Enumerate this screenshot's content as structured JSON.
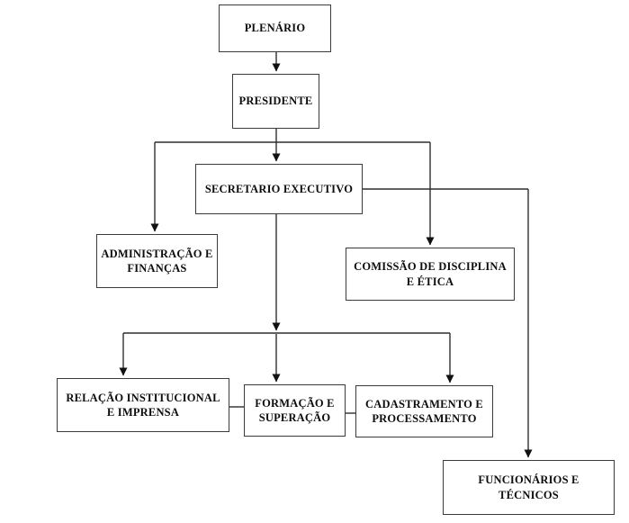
{
  "diagram": {
    "type": "org-chart",
    "background_color": "#ffffff",
    "box_border_color": "#3b3b3b",
    "line_color": "#2f2f2f",
    "text_color": "#0d0d0d",
    "nodes": [
      {
        "id": "plenario",
        "label": "PLENÁRIO"
      },
      {
        "id": "presidente",
        "label": "PRESIDENTE"
      },
      {
        "id": "secretario-executivo",
        "label": "SECRETARIO EXECUTIVO"
      },
      {
        "id": "administracao-financas",
        "label": "ADMINISTRAÇÃO E\nFINANÇAS"
      },
      {
        "id": "comissao-disciplina-etica",
        "label": "COMISSÃO DE DISCIPLINA\nE ÉTICA"
      },
      {
        "id": "relacao-institucional-imprensa",
        "label": "RELAÇÃO INSTITUCIONAL\nE IMPRENSA"
      },
      {
        "id": "formacao-superacao",
        "label": "FORMAÇÃO E\nSUPERAÇÃO"
      },
      {
        "id": "cadastramento-processamento",
        "label": "CADASTRAMENTO E\nPROCESSAMENTO"
      },
      {
        "id": "funcionarios-tecnicos",
        "label": "FUNCIONÁRIOS E\nTÉCNICOS"
      }
    ],
    "edges": [
      {
        "from": "plenario",
        "to": "presidente",
        "arrow": true
      },
      {
        "from": "presidente",
        "to": "secretario-executivo",
        "arrow": true
      },
      {
        "from": "presidente",
        "to": "administracao-financas",
        "arrow": true
      },
      {
        "from": "presidente",
        "to": "comissao-disciplina-etica",
        "arrow": true
      },
      {
        "from": "secretario-executivo",
        "to": "funcionarios-tecnicos",
        "arrow": true
      },
      {
        "from": "secretario-executivo",
        "to": "relacao-institucional-imprensa",
        "arrow": true
      },
      {
        "from": "secretario-executivo",
        "to": "formacao-superacao",
        "arrow": true
      },
      {
        "from": "secretario-executivo",
        "to": "cadastramento-processamento",
        "arrow": true
      },
      {
        "from": "relacao-institucional-imprensa",
        "to": "formacao-superacao",
        "arrow": false
      },
      {
        "from": "formacao-superacao",
        "to": "cadastramento-processamento",
        "arrow": false
      }
    ]
  }
}
